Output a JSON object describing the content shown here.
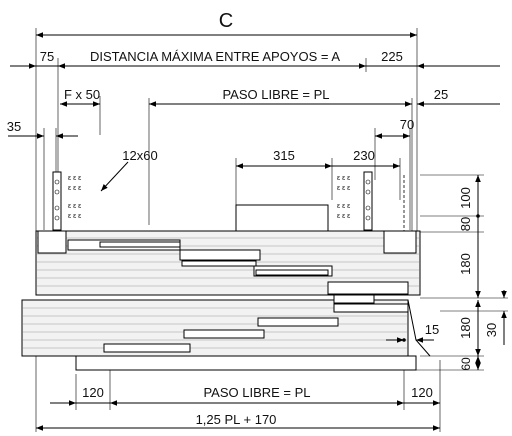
{
  "labels": {
    "c": "C",
    "dim_75": "75",
    "dist_max": "DISTANCIA MÁXIMA ENTRE APOYOS = A",
    "dim_225": "225",
    "f_x_50": "F x 50",
    "paso_libre_top": "PASO LIBRE = PL",
    "dim_25": "25",
    "dim_35": "35",
    "dim_70": "70",
    "slot_12x60": "12x60",
    "dim_315": "315",
    "dim_230": "230",
    "dim_100": "100",
    "dim_80": "80",
    "dim_180_a": "180",
    "dim_180_b": "180",
    "dim_30": "30",
    "dim_15": "15",
    "dim_60": "60",
    "dim_120_left": "120",
    "paso_libre_bottom": "PASO LIBRE = PL",
    "dim_120_right": "120",
    "total": "1,25 PL + 170"
  },
  "colors": {
    "line": "#000000",
    "panel_fill": "#f2f2f2",
    "hatch": "#9a9a9a"
  }
}
